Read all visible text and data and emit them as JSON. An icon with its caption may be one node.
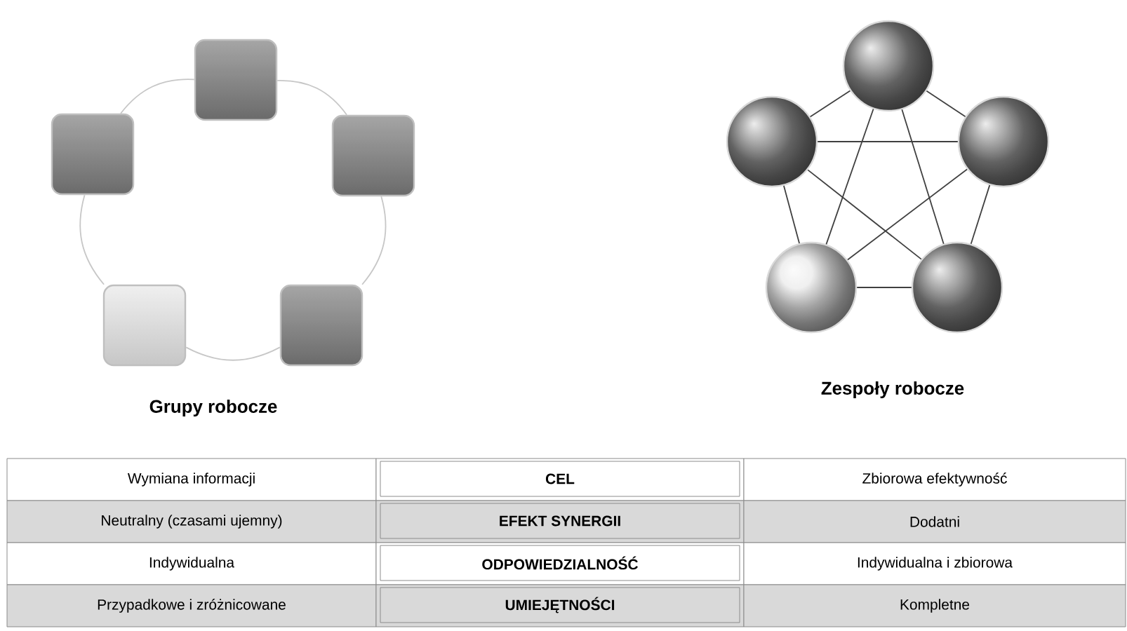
{
  "diagram": {
    "nodes": [
      {
        "text": [],
        "shape": "box"
      },
      {
        "text": [],
        "shape": "box"
      },
      {
        "text": [],
        "shape": "box"
      },
      {
        "text": [],
        "shape": "box"
      },
      {
        "text": [],
        "shape": "box"
      },
      {
        "text": [],
        "shape": "circle"
      },
      {
        "text": [],
        "shape": "circle"
      },
      {
        "text": [],
        "shape": "circle"
      },
      {
        "text": [],
        "shape": "circle"
      },
      {
        "text": [],
        "shape": "circle"
      }
    ],
    "edges": [
      {
        "from": 0,
        "to": 1,
        "arrow": "none",
        "color": "#c7c7c7"
      },
      {
        "from": 0,
        "to": 2,
        "arrow": "none",
        "color": "#c7c7c7"
      },
      {
        "from": 1,
        "to": 3,
        "arrow": "none",
        "color": "#c7c7c7"
      },
      {
        "from": 2,
        "to": 4,
        "arrow": "none",
        "color": "#c7c7c7"
      },
      {
        "from": 3,
        "to": 4,
        "arrow": "none",
        "color": "#c7c7c7"
      },
      {
        "from": 5,
        "to": 6,
        "arrow": "none"
      },
      {
        "from": 5,
        "to": 7,
        "arrow": "none"
      },
      {
        "from": 5,
        "to": 8,
        "arrow": "none"
      },
      {
        "from": 5,
        "to": 9,
        "arrow": "none"
      },
      {
        "from": 6,
        "to": 7,
        "arrow": "none"
      },
      {
        "from": 6,
        "to": 8,
        "arrow": "none"
      },
      {
        "from": 6,
        "to": 9,
        "arrow": "none"
      },
      {
        "from": 7,
        "to": 8,
        "arrow": "none"
      },
      {
        "from": 7,
        "to": 9,
        "arrow": "none"
      },
      {
        "from": 8,
        "to": 9,
        "arrow": "none"
      }
    ],
    "labels": [
      "Zespoły robocze",
      "Grupy robocze",
      "Wymiana informacji",
      "CEL",
      "Zbiorowa efektywność",
      "Neutralny (czasami ujemny)",
      "EFEKT SYNERGII",
      "Dodatni",
      "Indywidualna",
      "ODPOWIEDZIALNOŚĆ",
      "Indywidualna i zbiorowa",
      "Przypadkowe i zróżnicowane",
      "UMIEJĘTNOŚCI",
      "Kompletne"
    ]
  }
}
